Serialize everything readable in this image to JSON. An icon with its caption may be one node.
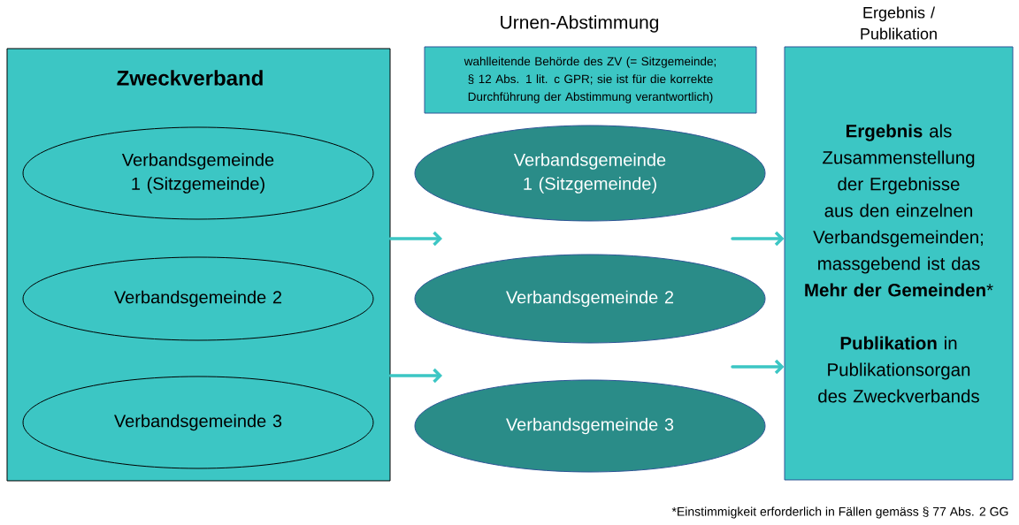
{
  "diagram": {
    "title": "Urnen-Abstimmung",
    "nodes": [
      {
        "text": [
          "Zweckverband"
        ]
      },
      {
        "text": [
          "Verbandsgemeinde 1 (Sitzgemeinde)"
        ],
        "in": 0
      },
      {
        "text": [
          "Verbandsgemeinde 2"
        ],
        "in": 0
      },
      {
        "text": [
          "Verbandsgemeinde 3"
        ],
        "in": 0
      },
      {
        "text": [
          "wahlleitende Behörde des ZV (= Sitzgemeinde; § 12 Abs. 1 lit. c GPR; sie ist für die korrekte Durchführung der Abstimmung verantwortlich)"
        ]
      },
      {
        "text": [
          "Verbandsgemeinde 1 (Sitzgemeinde)"
        ]
      },
      {
        "text": [
          "Verbandsgemeinde 2"
        ]
      },
      {
        "text": [
          "Verbandsgemeinde 3"
        ]
      },
      {
        "text": [
          "Ergebnis / Publikation",
          "**Ergebnis** als Zusammenstellung der Ergebnisse aus den einzelnen Verbandsgemeinden; massgebend ist das **Mehr der Gemeinden***",
          "**Publikation** in Publikationsorgan des Zweckverbands"
        ]
      }
    ],
    "edges": [
      {
        "from": 0,
        "to": null,
        "arrow": "to"
      },
      {
        "from": 0,
        "to": null,
        "arrow": "to"
      },
      {
        "from": null,
        "to": 8,
        "arrow": "to"
      },
      {
        "from": null,
        "to": 8,
        "arrow": "to"
      }
    ],
    "labels": [
      "*Einstimmigkeit erforderlich in Fällen gemäss § 77 Abs. 2 GG"
    ]
  }
}
